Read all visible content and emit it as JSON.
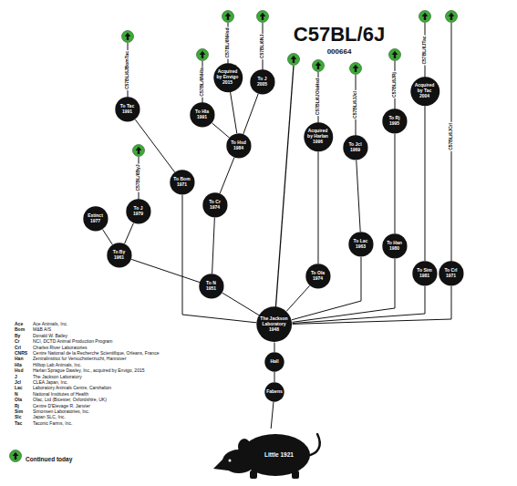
{
  "diagram": {
    "title": "C57BL/6J",
    "nodes": [
      {
        "text": [
          "Little 1921"
        ]
      },
      {
        "text": [
          "Fabens"
        ]
      },
      {
        "text": [
          "Hall"
        ]
      },
      {
        "text": [
          "The Jackson Laboratory 1948"
        ]
      },
      {
        "text": [
          "To N 1951"
        ]
      },
      {
        "text": [
          "To By 1961"
        ]
      },
      {
        "text": [
          "Extinct 1977"
        ]
      },
      {
        "text": [
          "To J 1979"
        ]
      },
      {
        "text": [
          "To Bom 1971"
        ]
      },
      {
        "text": [
          "To Tac 1991"
        ]
      },
      {
        "text": [
          "To Cr 1974"
        ]
      },
      {
        "text": [
          "To Hsd 1984"
        ]
      },
      {
        "text": [
          "To Hla 1991"
        ]
      },
      {
        "text": [
          "Acquired by Envigo 2015"
        ]
      },
      {
        "text": [
          "To J 2005"
        ]
      },
      {
        "text": [
          "To Ola 1974"
        ]
      },
      {
        "text": [
          "Acquired by Harlan 1996"
        ]
      },
      {
        "text": [
          "To Lac 1963"
        ]
      },
      {
        "text": [
          "To Jcl 1969"
        ]
      },
      {
        "text": [
          "To Rj 1995"
        ]
      },
      {
        "text": [
          "To Han 1980"
        ]
      },
      {
        "text": [
          "To Sim 1981"
        ]
      },
      {
        "text": [
          "Acquired by Tac 2004"
        ]
      },
      {
        "text": [
          "To Crl 1971"
        ]
      }
    ],
    "edges": [
      {
        "from": 0,
        "to": 1,
        "arrow": "none"
      },
      {
        "from": 1,
        "to": 2,
        "arrow": "none"
      },
      {
        "from": 2,
        "to": 3,
        "arrow": "none"
      },
      {
        "from": 3,
        "to": 4,
        "arrow": "none"
      },
      {
        "from": 4,
        "to": 5,
        "arrow": "none"
      },
      {
        "from": 5,
        "to": 6,
        "arrow": "none"
      },
      {
        "from": 5,
        "to": 7,
        "arrow": "none"
      },
      {
        "from": 3,
        "to": 8,
        "arrow": "none"
      },
      {
        "from": 8,
        "to": 9,
        "arrow": "none"
      },
      {
        "from": 4,
        "to": 10,
        "arrow": "none"
      },
      {
        "from": 10,
        "to": 11,
        "arrow": "none"
      },
      {
        "from": 11,
        "to": 12,
        "arrow": "none"
      },
      {
        "from": 11,
        "to": 13,
        "arrow": "none"
      },
      {
        "from": 11,
        "to": 14,
        "arrow": "none"
      },
      {
        "from": 3,
        "to": 15,
        "arrow": "none"
      },
      {
        "from": 15,
        "to": 16,
        "arrow": "none"
      },
      {
        "from": 3,
        "to": 17,
        "arrow": "none"
      },
      {
        "from": 17,
        "to": 18,
        "arrow": "none"
      },
      {
        "from": 3,
        "to": 20,
        "arrow": "none"
      },
      {
        "from": 20,
        "to": 19,
        "arrow": "none"
      },
      {
        "from": 3,
        "to": 21,
        "arrow": "none"
      },
      {
        "from": 21,
        "to": 22,
        "arrow": "none"
      },
      {
        "from": 3,
        "to": 23,
        "arrow": "none"
      }
    ],
    "labels": [
      "000664",
      "C57BL/6ByJ",
      "C57BL/6JBomTac",
      "C57BL/6NHla",
      "C57BL/6NHsd",
      "C57BL/6NJ",
      "C57BL/6JOlaHsd",
      "C57BL/6JJcl",
      "C57BL/6JRj",
      "C57BL/6JTac",
      "C57BL/6JCrl",
      "Ace",
      "Ace Animals, Inc.",
      "Bom",
      "M&B A/S",
      "By",
      "Donald W. Bailey",
      "Cr",
      "NCI, DCTD Animal Production Program",
      "Crl",
      "Charles River Laboratories",
      "CNRS",
      "Centre National de la Recherche Scientifique, Orleans, France",
      "Han",
      "Zentralinstitut fur Versuchstierzucht, Hannover",
      "Hla",
      "Hilltop Lab Animals, Inc.",
      "Hsd",
      "Harlan Sprague Dawley, Inc., acquired by Envigo, 2015",
      "J",
      "The Jackson Laboratory",
      "Jcl",
      "CLEA Japan, Inc.",
      "Lac",
      "Laboratory Animals Centre, Carshalton",
      "N",
      "National Institutes of Health",
      "Ola",
      "Olac, Ltd (Bicester, Oxfordshire, UK)",
      "Rj",
      "Centre D'Elevage R. Janvier",
      "Sim",
      "Simonsen Laboratories, Inc.",
      "Slc",
      "Japan SLC, Inc.",
      "Tac",
      "Taconic Farms, Inc."
    ],
    "legend": [
      {
        "text": "Continued today"
      }
    ]
  }
}
